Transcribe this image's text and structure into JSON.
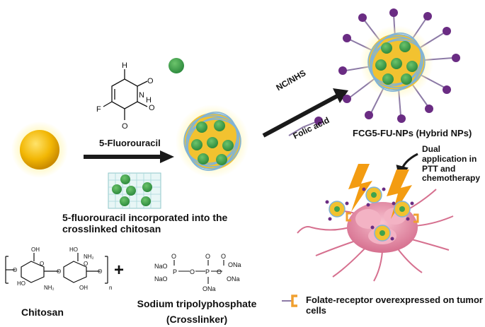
{
  "labels": {
    "fluorouracil": "5-Fluorouracil",
    "incorporated": "5-fluorouracil incorporated into the crosslinked chitosan",
    "ncnhs": "NC/NHS",
    "folic_acid": "Folic acid",
    "hybrid_nps": "FCG5-FU-NPs (Hybrid NPs)",
    "dual_application": "Dual application in PTT and chemotherapy",
    "chitosan": "Chitosan",
    "stpp": "Sodium tripolyphosphate",
    "crosslinker": "(Crosslinker)",
    "folate_receptor": "Folate-receptor overexpressed on tumor cells",
    "plus": "+"
  },
  "chem": {
    "F": "F",
    "O_top": "O",
    "O_right": "O",
    "O_bottom": "O",
    "H_top": "H",
    "N_top": "N",
    "H_right": "H",
    "N_right": "N",
    "chit_OH1": "OH",
    "chit_OH2": "OH",
    "chit_HO1": "HO",
    "chit_HO2": "HO",
    "chit_NH2a": "NH₂",
    "chit_NH2b": "NH₂",
    "chit_O1": "O",
    "chit_O2": "O",
    "chit_O3": "O",
    "chit_O4": "O",
    "chit_O5": "O",
    "chit_n": "n",
    "tpp_NaO1": "NaO",
    "tpp_NaO2": "NaO",
    "tpp_ONa1": "ONa",
    "tpp_ONa2": "ONa",
    "tpp_ONa3": "ONa",
    "tpp_P1": "P",
    "tpp_P2": "P",
    "tpp_P3": "P",
    "tpp_O1": "O",
    "tpp_O2": "O",
    "tpp_O3": "O",
    "tpp_O4": "O",
    "tpp_O5": "O"
  },
  "colors": {
    "gold": "#f2b705",
    "green": "#3fa34d",
    "blue_strand": "#7fb3d9",
    "purple": "#6a2c83",
    "arrow": "#1a1a1a",
    "bolt": "#f39c12",
    "tumor": "#e39ab0",
    "receptor": "#f0a030"
  }
}
